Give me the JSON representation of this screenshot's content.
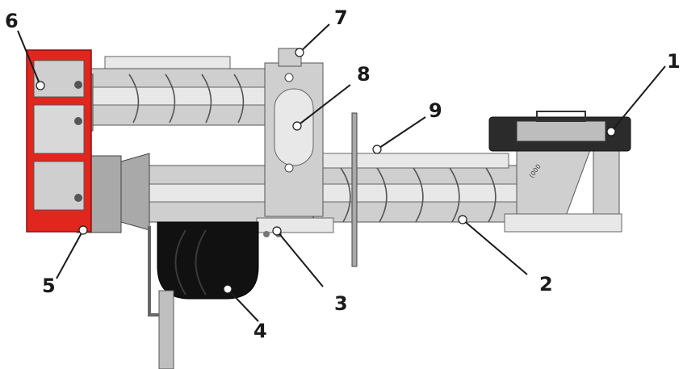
{
  "diagram": {
    "callouts": [
      {
        "id": "1",
        "label": "1"
      },
      {
        "id": "2",
        "label": "2"
      },
      {
        "id": "3",
        "label": "3"
      },
      {
        "id": "4",
        "label": "4"
      },
      {
        "id": "5",
        "label": "5"
      },
      {
        "id": "6",
        "label": "6"
      },
      {
        "id": "7",
        "label": "7"
      },
      {
        "id": "8",
        "label": "8"
      },
      {
        "id": "9",
        "label": "9"
      }
    ],
    "colors": {
      "red_housing": "#e0261d",
      "steel": "#cfcfcf",
      "motor": "#111111",
      "lid": "#2b2b2b"
    }
  }
}
